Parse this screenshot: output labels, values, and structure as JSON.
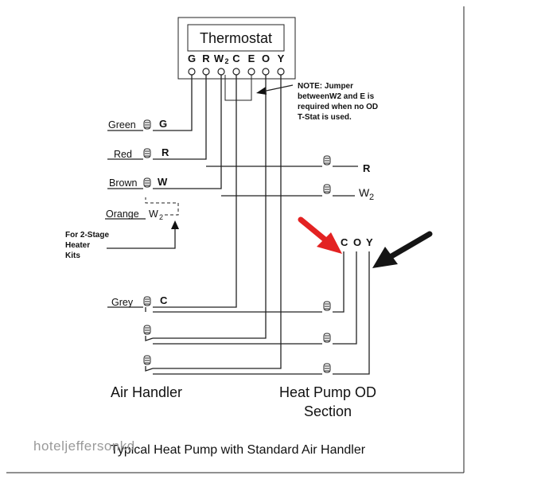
{
  "thermostat": {
    "title": "Thermostat",
    "terminals": [
      "G",
      "R",
      "W",
      "C",
      "E",
      "O",
      "Y"
    ],
    "w_subscript": "2"
  },
  "note": {
    "lines": [
      "NOTE:  Jumper",
      "betweenW2 and E is",
      "required when no OD",
      "T-Stat is used."
    ]
  },
  "air_handler": {
    "wires": [
      {
        "color_name": "Green",
        "terminal": "G"
      },
      {
        "color_name": "Red",
        "terminal": "R"
      },
      {
        "color_name": "Brown",
        "terminal": "W"
      },
      {
        "color_name": "Orange",
        "terminal": "W",
        "terminal_subscript": "2"
      },
      {
        "color_name": "Grey",
        "terminal": "C"
      }
    ],
    "stage_note": [
      "For 2-Stage",
      "Heater",
      "Kits"
    ],
    "label": "Air Handler"
  },
  "heat_pump": {
    "upper_terminals": [
      {
        "terminal": "R"
      },
      {
        "terminal": "W",
        "terminal_subscript": "2"
      }
    ],
    "cable_labels": [
      "C",
      "O",
      "Y"
    ],
    "label_line1": "Heat Pump OD",
    "label_line2": "Section"
  },
  "caption": "Typical Heat Pump with Standard Air Handler",
  "watermark": "hoteljeffersonkd",
  "colors": {
    "red_arrow": "#e32222",
    "black_arrow": "#151515",
    "line": "#222222"
  }
}
